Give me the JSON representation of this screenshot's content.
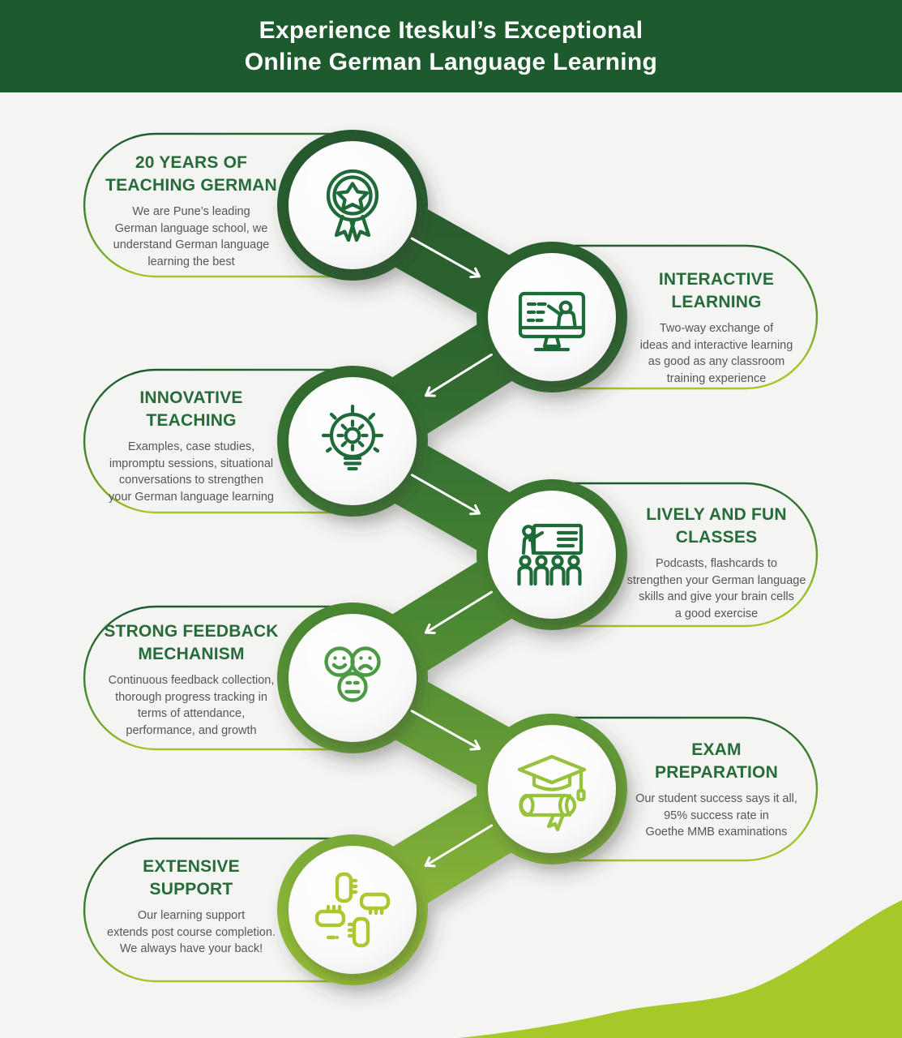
{
  "header": {
    "title_lines": [
      "Experience Iteskul’s Exceptional",
      "Online German Language Learning"
    ]
  },
  "steps": [
    {
      "title_lines": [
        "20 YEARS OF",
        "TEACHING GERMAN"
      ],
      "body_lines": [
        "We are Pune’s leading",
        "German language school, we",
        "understand German language",
        "learning the best"
      ],
      "icon": "award-badge-icon"
    },
    {
      "title_lines": [
        "INTERACTIVE",
        "LEARNING"
      ],
      "body_lines": [
        "Two-way exchange of",
        "ideas and interactive learning",
        "as good as any classroom",
        "training experience"
      ],
      "icon": "online-teaching-monitor-icon"
    },
    {
      "title_lines": [
        "INNOVATIVE",
        "TEACHING"
      ],
      "body_lines": [
        "Examples, case studies,",
        "impromptu sessions, situational",
        "conversations to strengthen",
        "your German language learning"
      ],
      "icon": "bulb-gear-icon"
    },
    {
      "title_lines": [
        "LIVELY AND FUN",
        "CLASSES"
      ],
      "body_lines": [
        "Podcasts, flashcards to",
        "strengthen your German language",
        "skills and give your brain cells",
        "a good exercise"
      ],
      "icon": "classroom-presentation-icon"
    },
    {
      "title_lines": [
        "STRONG FEEDBACK",
        "MECHANISM"
      ],
      "body_lines": [
        "Continuous feedback collection,",
        "thorough progress tracking in",
        "terms of attendance,",
        "performance, and growth"
      ],
      "icon": "feedback-faces-icon"
    },
    {
      "title_lines": [
        "EXAM",
        "PREPARATION"
      ],
      "body_lines": [
        "Our student success says it all,",
        "95% success rate in",
        "Goethe MMB examinations"
      ],
      "icon": "graduation-scroll-icon"
    },
    {
      "title_lines": [
        "EXTENSIVE",
        "SUPPORT"
      ],
      "body_lines": [
        "Our learning support",
        "extends post course completion.",
        "We always have your back!"
      ],
      "icon": "hands-together-icon"
    }
  ],
  "colors": {
    "header_background": "#1d5b2e",
    "page_background": "#f4f4f2",
    "step_title_green": "#266c3a",
    "step_body_gray": "#55565a",
    "ribbon_dark_green": "#26572e",
    "ribbon_light_green": "#96bf33",
    "bottom_wave_green": "#a6c929",
    "arrow_white": "#ffffff"
  }
}
